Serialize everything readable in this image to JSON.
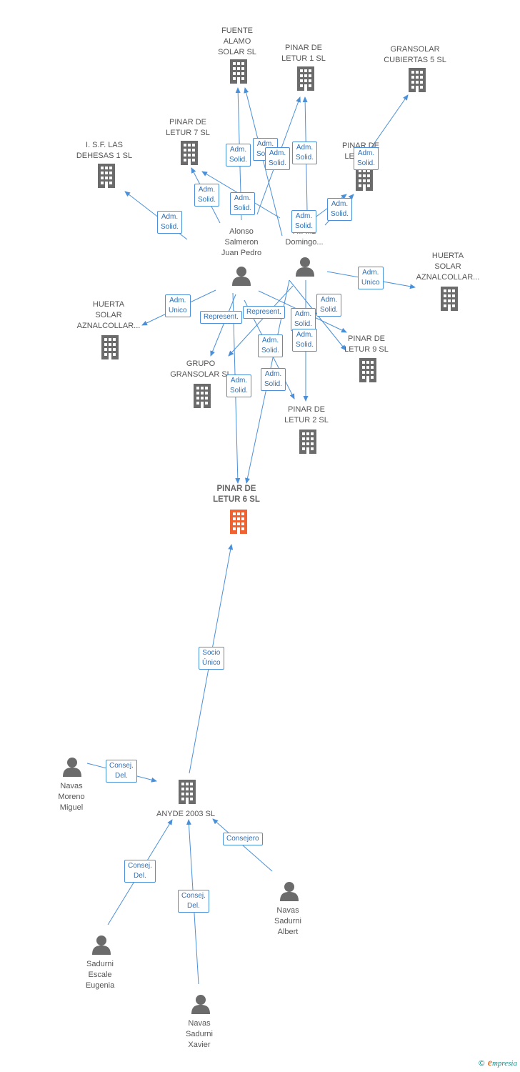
{
  "colors": {
    "edge": "#4a90d9",
    "building": "#6b6b6b",
    "person": "#6b6b6b",
    "main_building": "#ef6232"
  },
  "nodes": [
    {
      "id": "fuente_alamo",
      "label": "FUENTE\nALAMO\nSOLAR SL",
      "kind": "building"
    },
    {
      "id": "pinar1",
      "label": "PINAR DE\nLETUR 1 SL",
      "kind": "building"
    },
    {
      "id": "gransolar5",
      "label": "GRANSOLAR\nCUBIERTAS 5 SL",
      "kind": "building"
    },
    {
      "id": "pinar7",
      "label": "PINAR DE\nLETUR 7 SL",
      "kind": "building"
    },
    {
      "id": "isf",
      "label": "I. S.F. LAS\nDEHESAS 1 SL",
      "kind": "building"
    },
    {
      "id": "pinar_x",
      "label": "PINAR DE\nLETUR...",
      "kind": "building"
    },
    {
      "id": "alonso",
      "label": "Alonso\nSalmeron\nJuan Pedro",
      "kind": "person"
    },
    {
      "id": "fdomingo",
      "label": "F... ...z\nDomingo...",
      "kind": "person"
    },
    {
      "id": "huerta_r",
      "label": "HUERTA\nSOLAR\nAZNALCOLLAR...",
      "kind": "building"
    },
    {
      "id": "huerta_l",
      "label": "HUERTA\nSOLAR\nAZNALCOLLAR...",
      "kind": "building"
    },
    {
      "id": "pinar9",
      "label": "PINAR DE\nLETUR 9 SL",
      "kind": "building"
    },
    {
      "id": "grupo",
      "label": "GRUPO\nGRANSOLAR SL",
      "kind": "building"
    },
    {
      "id": "pinar2",
      "label": "PINAR DE\nLETUR 2 SL",
      "kind": "building"
    },
    {
      "id": "pinar6",
      "label": "PINAR DE\nLETUR 6 SL",
      "kind": "main"
    },
    {
      "id": "anyde",
      "label": "ANYDE 2003 SL",
      "kind": "building"
    },
    {
      "id": "navas_miguel",
      "label": "Navas\nMoreno\nMiguel",
      "kind": "person"
    },
    {
      "id": "navas_albert",
      "label": "Navas\nSadurni\nAlbert",
      "kind": "person"
    },
    {
      "id": "sadurni_eugenia",
      "label": "Sadurni\nEscale\nEugenia",
      "kind": "person"
    },
    {
      "id": "navas_xavier",
      "label": "Navas\nSadurni\nXavier",
      "kind": "person"
    }
  ],
  "edges": [
    {
      "from": "alonso",
      "to": "fuente_alamo",
      "label": "Adm.\nSolid."
    },
    {
      "from": "fdomingo",
      "to": "fuente_alamo",
      "label": "Adm.\nSolid."
    },
    {
      "from": "alonso",
      "to": "pinar1",
      "label": "Adm.\nSolid."
    },
    {
      "from": "fdomingo",
      "to": "pinar1",
      "label": "Adm.\nSolid."
    },
    {
      "from": "fdomingo",
      "to": "gransolar5",
      "label": "Adm.\nSolid."
    },
    {
      "from": "alonso",
      "to": "pinar7",
      "label": "Adm.\nSolid."
    },
    {
      "from": "fdomingo",
      "to": "pinar7",
      "label": "Adm.\nSolid."
    },
    {
      "from": "alonso",
      "to": "isf",
      "label": "Adm.\nSolid."
    },
    {
      "from": "fdomingo",
      "to": "pinar_x",
      "label": "Adm.\nSolid."
    },
    {
      "from": "fdomingo",
      "to": "pinar_x",
      "label": "Adm.\nSolid."
    },
    {
      "from": "fdomingo",
      "to": "huerta_r",
      "label": "Adm.\nUnico"
    },
    {
      "from": "alonso",
      "to": "huerta_l",
      "label": "Adm.\nUnico"
    },
    {
      "from": "alonso",
      "to": "grupo",
      "label": "Represent."
    },
    {
      "from": "fdomingo",
      "to": "grupo",
      "label": "Represent."
    },
    {
      "from": "alonso",
      "to": "pinar9",
      "label": "Adm.\nSolid."
    },
    {
      "from": "fdomingo",
      "to": "pinar9",
      "label": "Adm.\nSolid."
    },
    {
      "from": "alonso",
      "to": "pinar2",
      "label": "Adm.\nSolid."
    },
    {
      "from": "fdomingo",
      "to": "pinar2",
      "label": "Adm.\nSolid."
    },
    {
      "from": "alonso",
      "to": "pinar6",
      "label": "Adm.\nSolid."
    },
    {
      "from": "fdomingo",
      "to": "pinar6",
      "label": "Adm.\nSolid."
    },
    {
      "from": "anyde",
      "to": "pinar6",
      "label": "Socio\nÚnico"
    },
    {
      "from": "navas_miguel",
      "to": "anyde",
      "label": "Consej.\nDel."
    },
    {
      "from": "navas_albert",
      "to": "anyde",
      "label": "Consejero"
    },
    {
      "from": "sadurni_eugenia",
      "to": "anyde",
      "label": "Consej.\nDel."
    },
    {
      "from": "navas_xavier",
      "to": "anyde",
      "label": "Consej.\nDel."
    }
  ],
  "footer": {
    "copyright": "©",
    "brand_initial": "e",
    "brand_rest": "mpresia"
  }
}
